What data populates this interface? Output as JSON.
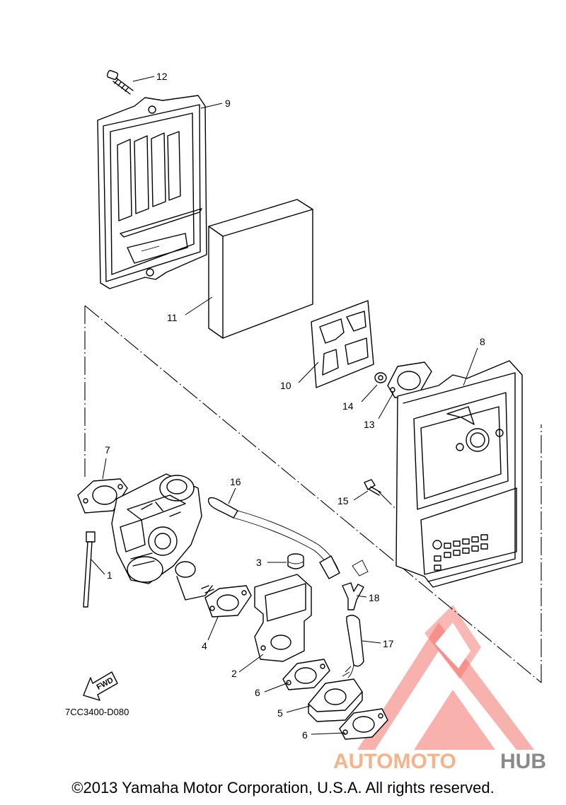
{
  "diagram_code": "7CC3400-D080",
  "fwd_label": "FWD",
  "copyright": "©2013 Yamaha Motor Corporation, U.S.A. All rights reserved.",
  "watermark": {
    "brand_a": "AUTOMOTO",
    "brand_b": "HUB",
    "colors": {
      "primary": "#f15a4f",
      "light": "#f6b38a",
      "gray": "#8a8a8a"
    }
  },
  "callouts": [
    "12",
    "9",
    "11",
    "10",
    "8",
    "14",
    "13",
    "7",
    "16",
    "15",
    "1",
    "3",
    "18",
    "4",
    "17",
    "2",
    "6",
    "5",
    "6"
  ]
}
